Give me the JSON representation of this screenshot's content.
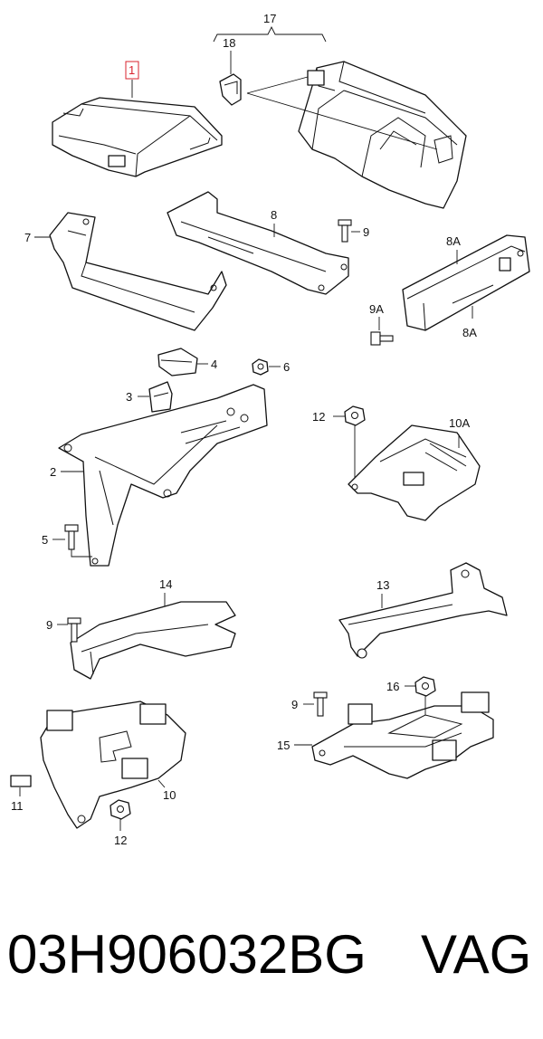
{
  "callouts": {
    "c1": "1",
    "c2": "2",
    "c3": "3",
    "c4": "4",
    "c5": "5",
    "c6": "6",
    "c7": "7",
    "c8": "8",
    "c8a_top": "8A",
    "c8a_bottom": "8A",
    "c9_top": "9",
    "c9a": "9A",
    "c9_left": "9",
    "c9_right": "9",
    "c10": "10",
    "c10a": "10A",
    "c11": "11",
    "c12_top": "12",
    "c12_bottom": "12",
    "c13": "13",
    "c14": "14",
    "c15": "15",
    "c16": "16",
    "c17": "17",
    "c18": "18"
  },
  "highlight_color": "#d9232e",
  "footer": {
    "part_number": "03H906032BG",
    "brand": "VAG"
  }
}
